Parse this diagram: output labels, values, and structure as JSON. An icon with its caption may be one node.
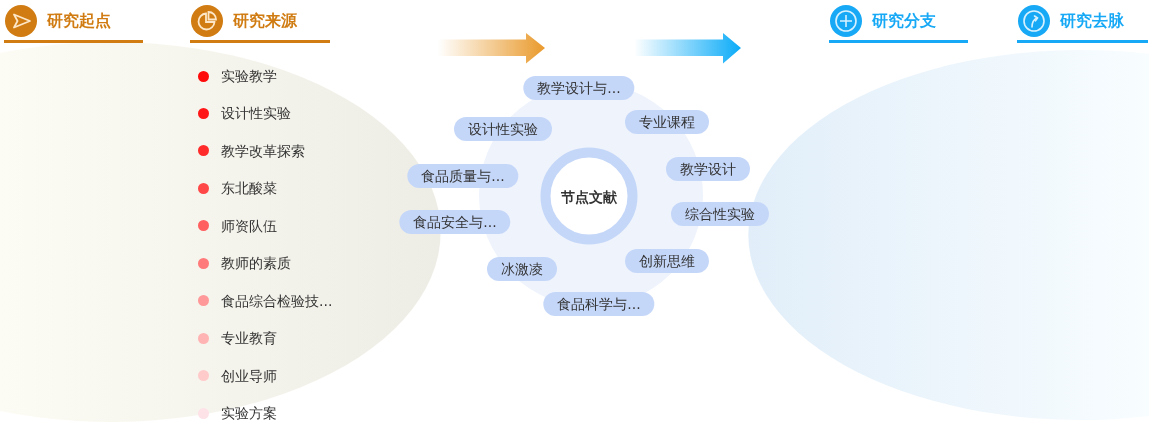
{
  "diagram": {
    "nodes": [
      {
        "text": [
          "节点文献"
        ]
      },
      {
        "text": [
          "教学设计与..."
        ]
      },
      {
        "text": [
          "专业课程"
        ]
      },
      {
        "text": [
          "设计性实验"
        ]
      },
      {
        "text": [
          "教学设计"
        ]
      },
      {
        "text": [
          "食品质量与..."
        ]
      },
      {
        "text": [
          "综合性实验"
        ]
      },
      {
        "text": [
          "食品安全与..."
        ]
      },
      {
        "text": [
          "创新思维"
        ]
      },
      {
        "text": [
          "冰激凌"
        ]
      },
      {
        "text": [
          "食品科学与..."
        ]
      }
    ],
    "labels": [
      "研究起点",
      "研究来源",
      "研究分支",
      "研究去脉",
      "实验教学",
      "设计性实验",
      "教学改革探索",
      "东北酸菜",
      "师资队伍",
      "教师的素质",
      "食品综合检验技...",
      "专业教育",
      "创业导师",
      "实验方案"
    ]
  }
}
